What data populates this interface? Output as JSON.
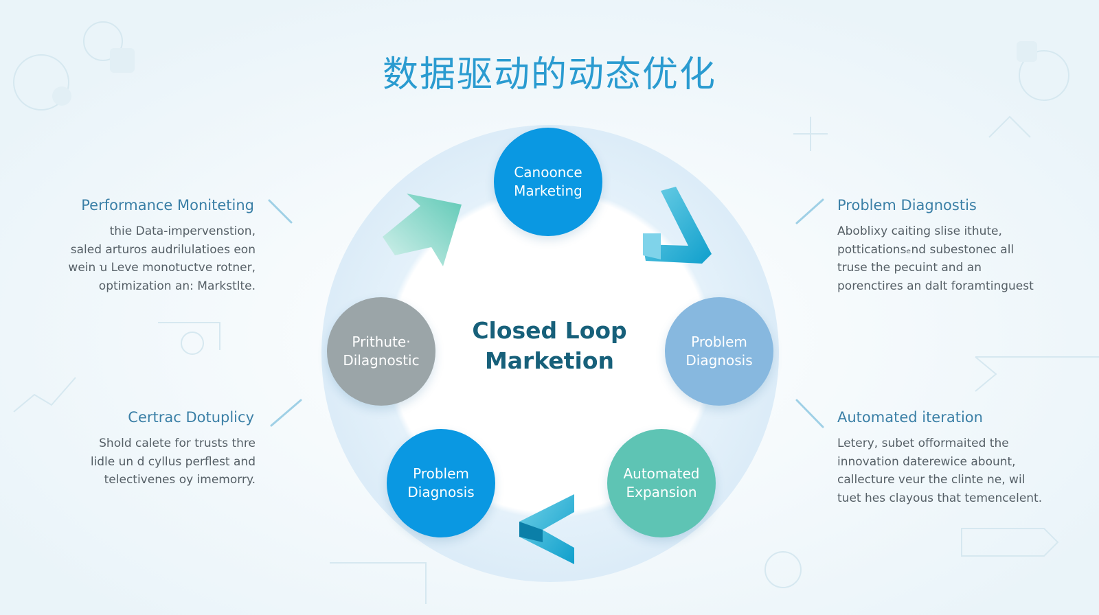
{
  "title": "数据驱动的动态优化",
  "center": {
    "line1": "Closed Loop",
    "line2": "Marketion"
  },
  "nodes": {
    "top": "Canoonce\nMarketing",
    "right": "Problem\nDiagnosis",
    "bottom_right": "Automated\nExpansion",
    "bottom_left": "Problem\nDiagnosis",
    "left": "Prithute·\nDilagnostic"
  },
  "panels": {
    "top_left": {
      "title": "Performance Moniteting",
      "text": "thie Data-impervenstion,\nsaled arturos audrilulatioes eon\nwein ꭒ Leve monotuctve rotner,\noptimization an: Markstlte."
    },
    "bottom_left": {
      "title": "Certrac Dotuplicy",
      "text": "Shold calete for trusts thre\nlidle un d cyllus perflest and\ntelectivenes oy imemorry."
    },
    "top_right": {
      "title": "Problem Diagnostis",
      "text": "Aboblixy caiting slise ithute,\npotticationsₑnd subestonec all\ntruse the pecuint and an\nporenctires an dalt foramtinguest"
    },
    "bottom_right": {
      "title": "Automated iteration",
      "text": "Letery, subet offormaited the\ninnovation daterewice abount,\ncallecture veur the clinte ne, wil\ntuet hes clayous that temencelent."
    }
  },
  "colors": {
    "title": "#2a9bd0",
    "center_text": "#17607a",
    "node_blue": "#0a98e2",
    "node_light_blue": "#87b8df",
    "node_teal": "#5ec4b4",
    "node_gray": "#9ba5a8",
    "arrow_teal": "#5fc9b6",
    "arrow_blue": "#19a9d0"
  }
}
